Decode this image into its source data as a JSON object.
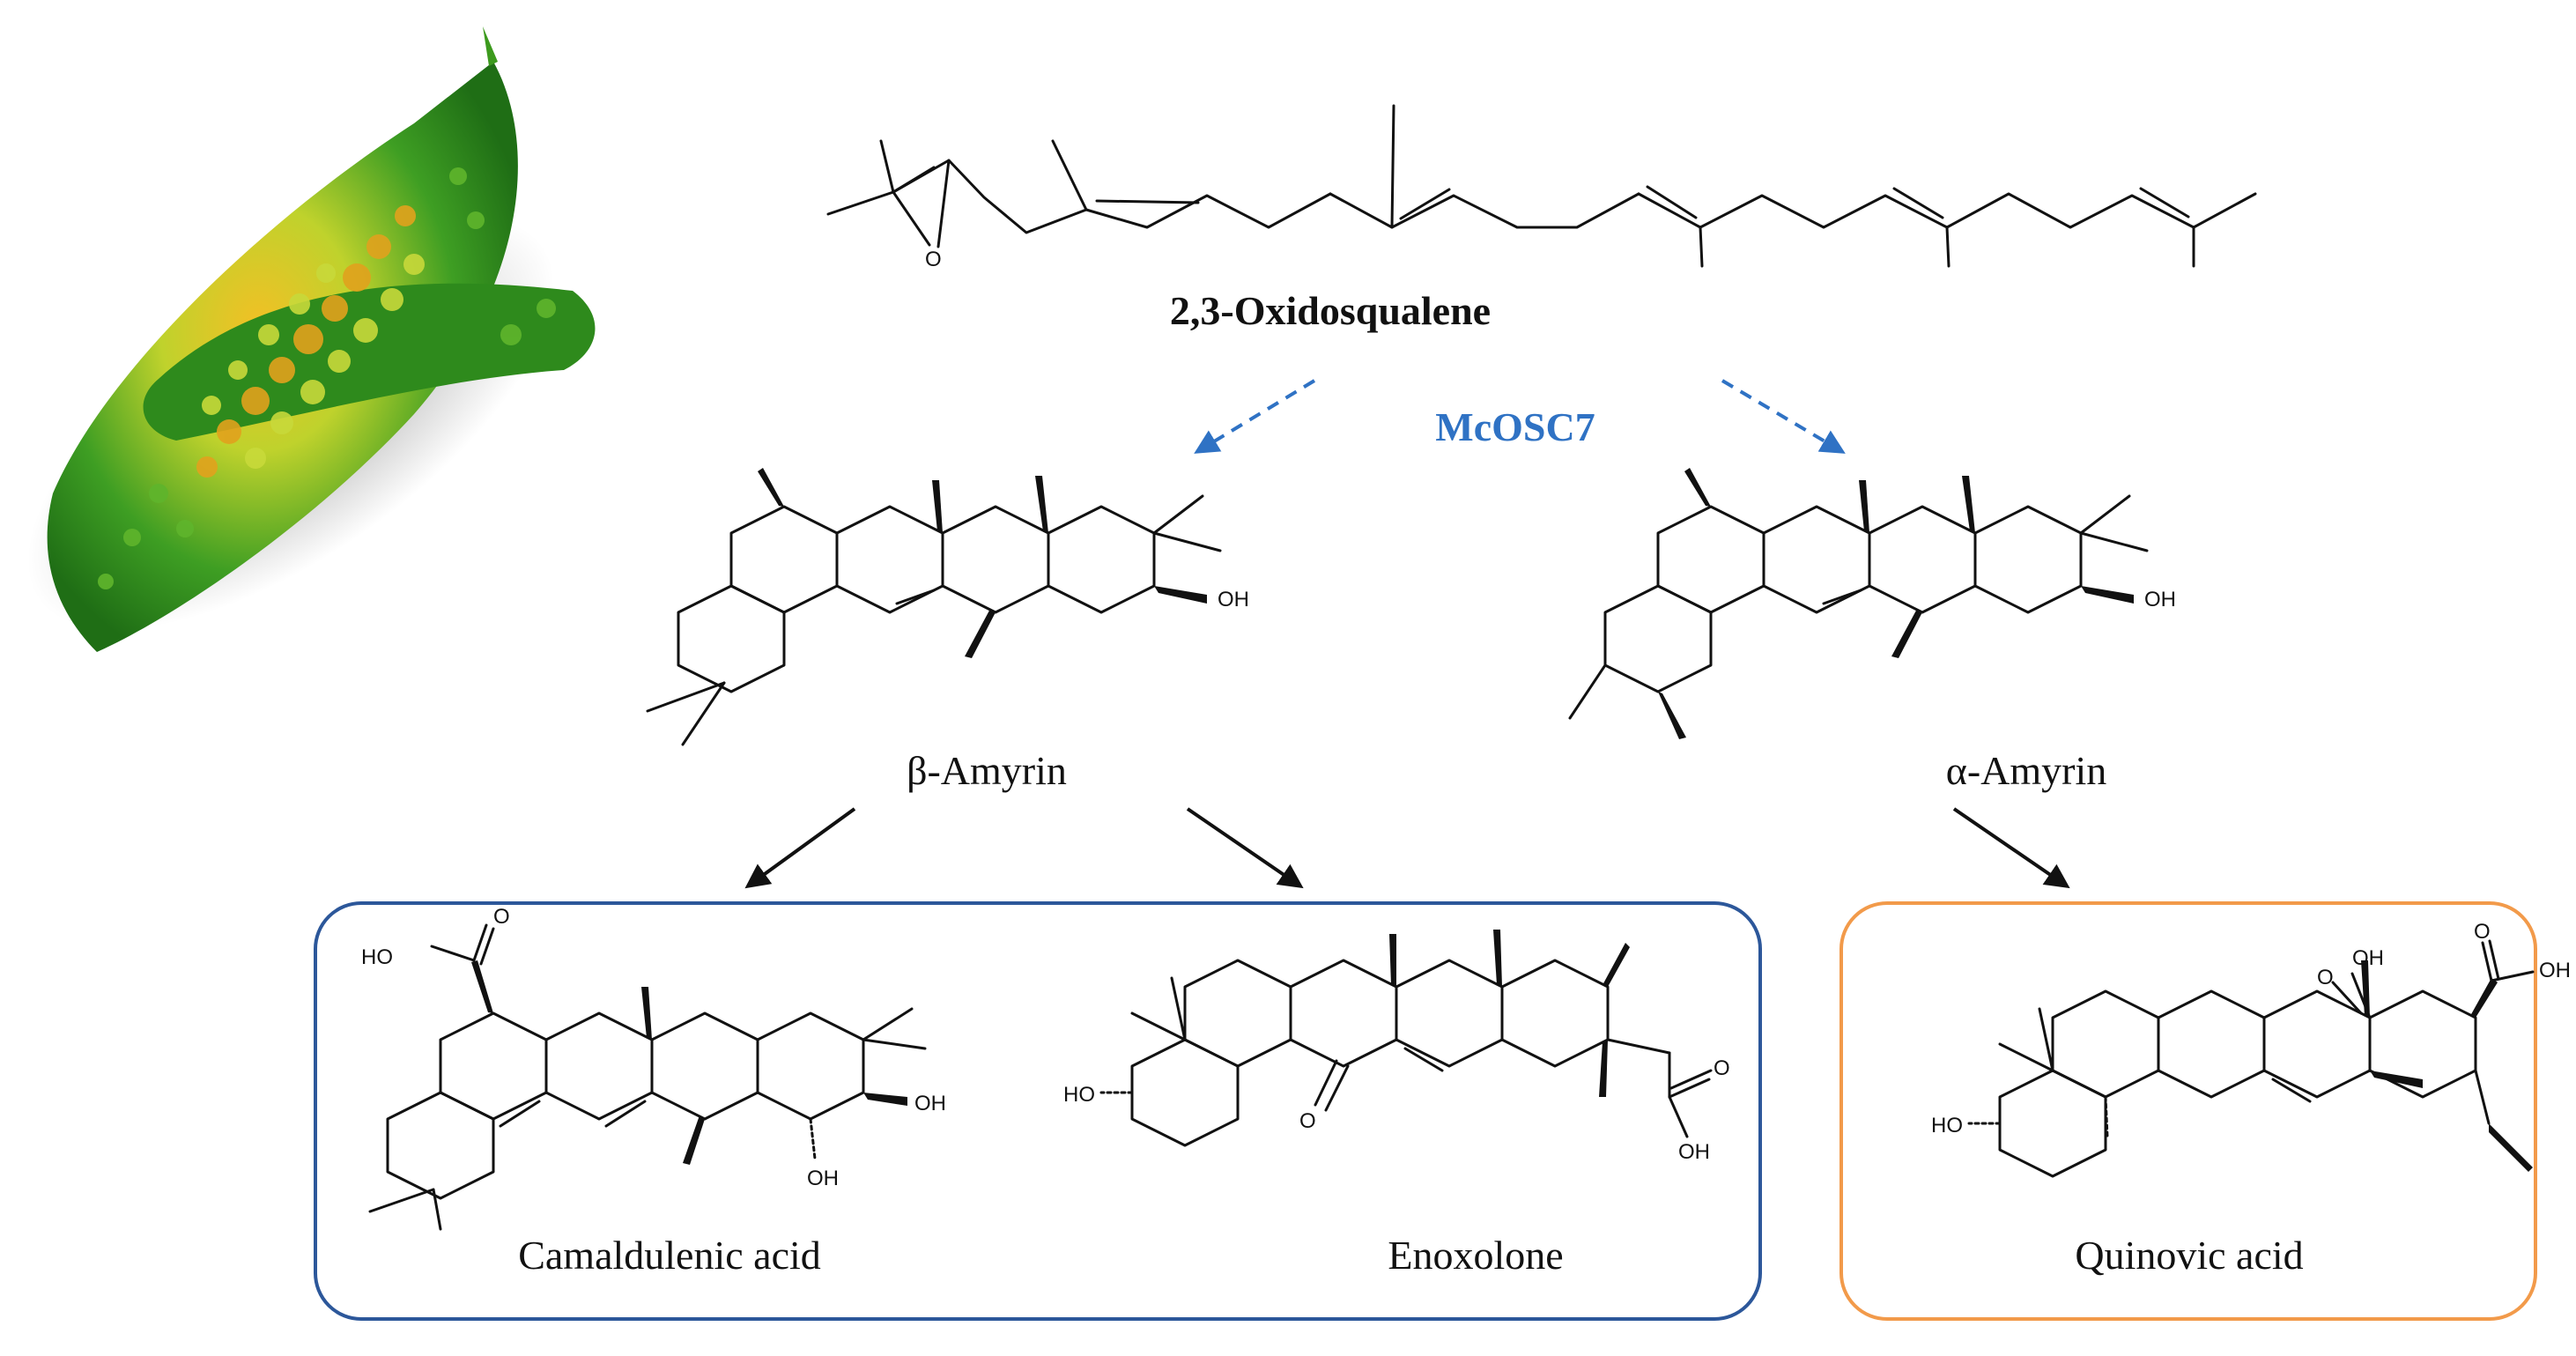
{
  "title": "",
  "colors": {
    "enzyme": "#2f72c4",
    "blue_box": "#2c579a",
    "orange_box": "#f29a4a",
    "arrow": "#111111"
  },
  "precursor": {
    "name": "2,3-Oxidosqualene",
    "atom_O": "O"
  },
  "enzyme": {
    "name": "McOSC7"
  },
  "beta_amyrin": {
    "name": "β-Amyrin",
    "atom_OH": "OH"
  },
  "alpha_amyrin": {
    "name": "α-Amyrin",
    "atom_OH": "OH"
  },
  "camaldulenic": {
    "name": "Camaldulenic acid",
    "atom_HO": "HO",
    "atom_O": "O",
    "atom_OH1": "OH",
    "atom_OH2": "OH"
  },
  "enoxolone": {
    "name": "Enoxolone",
    "atom_HO": "HO",
    "atom_O_keto": "O",
    "atom_O": "O",
    "atom_OH": "OH"
  },
  "quinovic": {
    "name": "Quinovic acid",
    "atom_HO": "HO",
    "atom_OH1": "OH",
    "atom_O1": "O",
    "atom_O2": "O",
    "atom_OH2": "OH"
  },
  "image": {
    "label": "bitter-melon-photo"
  }
}
